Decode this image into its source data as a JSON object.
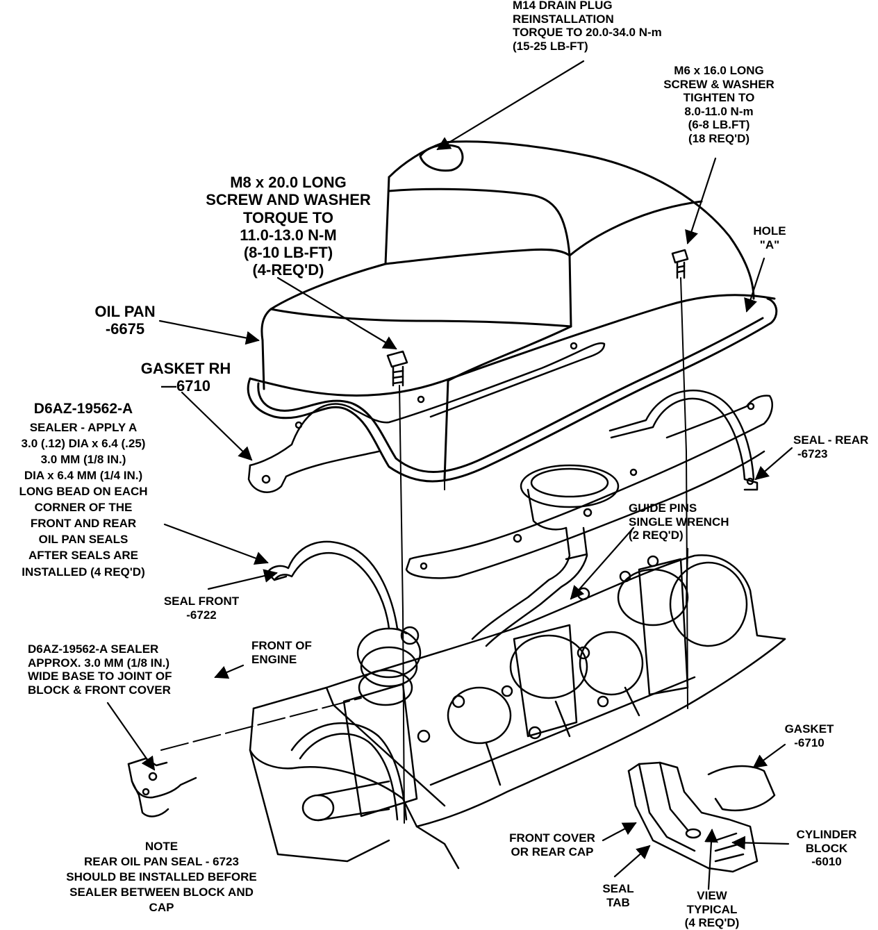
{
  "labels": {
    "drain_plug": [
      "M14 DRAIN PLUG",
      "REINSTALLATION",
      "TORQUE TO 20.0-34.0 N-m",
      "(15-25 LB-FT)"
    ],
    "m6_screw": [
      "M6 x 16.0 LONG",
      "SCREW & WASHER",
      "TIGHTEN TO",
      "8.0-11.0 N-m",
      "(6-8 LB.FT)",
      "(18 REQ'D)"
    ],
    "m8_screw": [
      "M8 x 20.0 LONG",
      "SCREW AND WASHER",
      "TORQUE TO",
      "11.0-13.0 N-M",
      "(8-10 LB-FT)",
      "(4-REQ'D)"
    ],
    "hole_a": [
      "HOLE",
      "\"A\""
    ],
    "oil_pan": [
      "OIL PAN",
      "-6675"
    ],
    "gasket_rh": [
      "GASKET RH",
      "—6710"
    ],
    "sealer": [
      "D6AZ-19562-A",
      "SEALER - APPLY A",
      "3.0 (.12) DIA x 6.4 (.25)",
      "3.0 MM (1/8 IN.)",
      "DIA x 6.4 MM (1/4 IN.)",
      "LONG BEAD ON EACH",
      "CORNER OF THE",
      "FRONT AND REAR",
      "OIL PAN SEALS",
      "AFTER SEALS ARE",
      "INSTALLED (4 REQ'D)"
    ],
    "seal_rear": [
      "SEAL - REAR",
      "-6723"
    ],
    "guide_pins": [
      "GUIDE PINS",
      "SINGLE WRENCH",
      "(2 REQ'D)"
    ],
    "seal_front": [
      "SEAL FRONT",
      "-6722"
    ],
    "front_sealer": [
      "D6AZ-19562-A SEALER",
      "APPROX. 3.0 MM (1/8 IN.)",
      "WIDE BASE TO JOINT OF",
      "BLOCK & FRONT COVER"
    ],
    "front_of_engine": [
      "FRONT OF",
      "ENGINE"
    ],
    "gasket_6710": [
      "GASKET",
      "-6710"
    ],
    "cylinder_block": [
      "CYLINDER",
      "BLOCK",
      "-6010"
    ],
    "front_cover": [
      "FRONT COVER",
      "OR REAR CAP"
    ],
    "seal_tab": [
      "SEAL",
      "TAB"
    ],
    "view_typical": [
      "VIEW",
      "TYPICAL",
      "(4 REQ'D)"
    ],
    "note": [
      "NOTE",
      "REAR OIL PAN SEAL - 6723",
      "SHOULD BE INSTALLED BEFORE",
      "SEALER BETWEEN BLOCK AND",
      "CAP"
    ]
  }
}
